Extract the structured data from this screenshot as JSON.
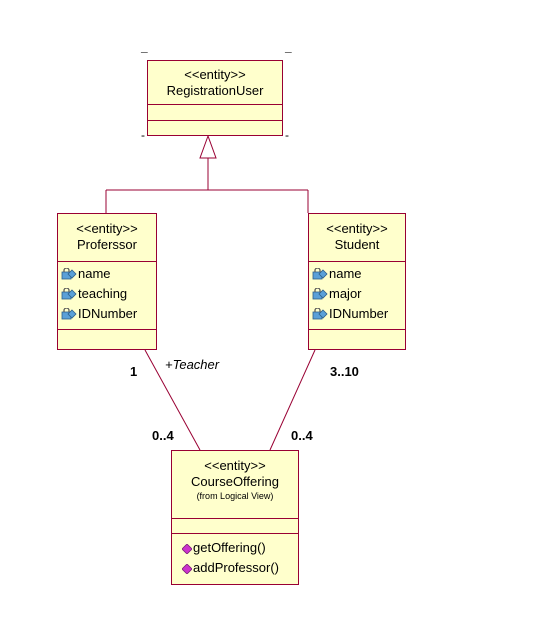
{
  "classes": {
    "registration_user": {
      "stereotype": "<<entity>>",
      "name": "RegistrationUser"
    },
    "professor": {
      "stereotype": "<<entity>>",
      "name": "Proferssor",
      "attributes": [
        "name",
        "teaching",
        "IDNumber"
      ]
    },
    "student": {
      "stereotype": "<<entity>>",
      "name": "Student",
      "attributes": [
        "name",
        "major",
        "IDNumber"
      ]
    },
    "course_offering": {
      "stereotype": "<<entity>>",
      "name": "CourseOffering",
      "package": "(from Logical View)",
      "operations": [
        "getOffering()",
        "addProfessor()"
      ]
    }
  },
  "associations": {
    "professor_course": {
      "role": "+Teacher",
      "professor_end": "1",
      "course_end": "0..4"
    },
    "student_course": {
      "student_end": "3..10",
      "course_end": "0..4"
    }
  },
  "colors": {
    "border": "#990033",
    "fill": "#ffffcc",
    "attribute_icon": "#5aa0d8",
    "operation_icon": "#cc33cc"
  },
  "icons": {
    "attribute": "protected-attribute-icon",
    "operation": "operation-icon"
  }
}
